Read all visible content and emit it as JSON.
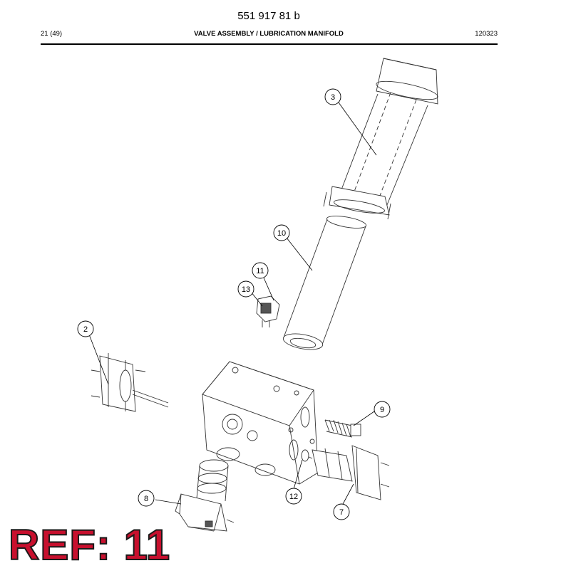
{
  "document": {
    "number": "551 917 81 b",
    "page": "21 (49)",
    "title": "VALVE ASSEMBLY / LUBRICATION MANIFOLD",
    "code": "120323"
  },
  "callouts": [
    "2",
    "3",
    "7",
    "8",
    "9",
    "10",
    "11",
    "12",
    "13"
  ],
  "reference": {
    "label": "REF: 11",
    "color": "#c8102e"
  }
}
